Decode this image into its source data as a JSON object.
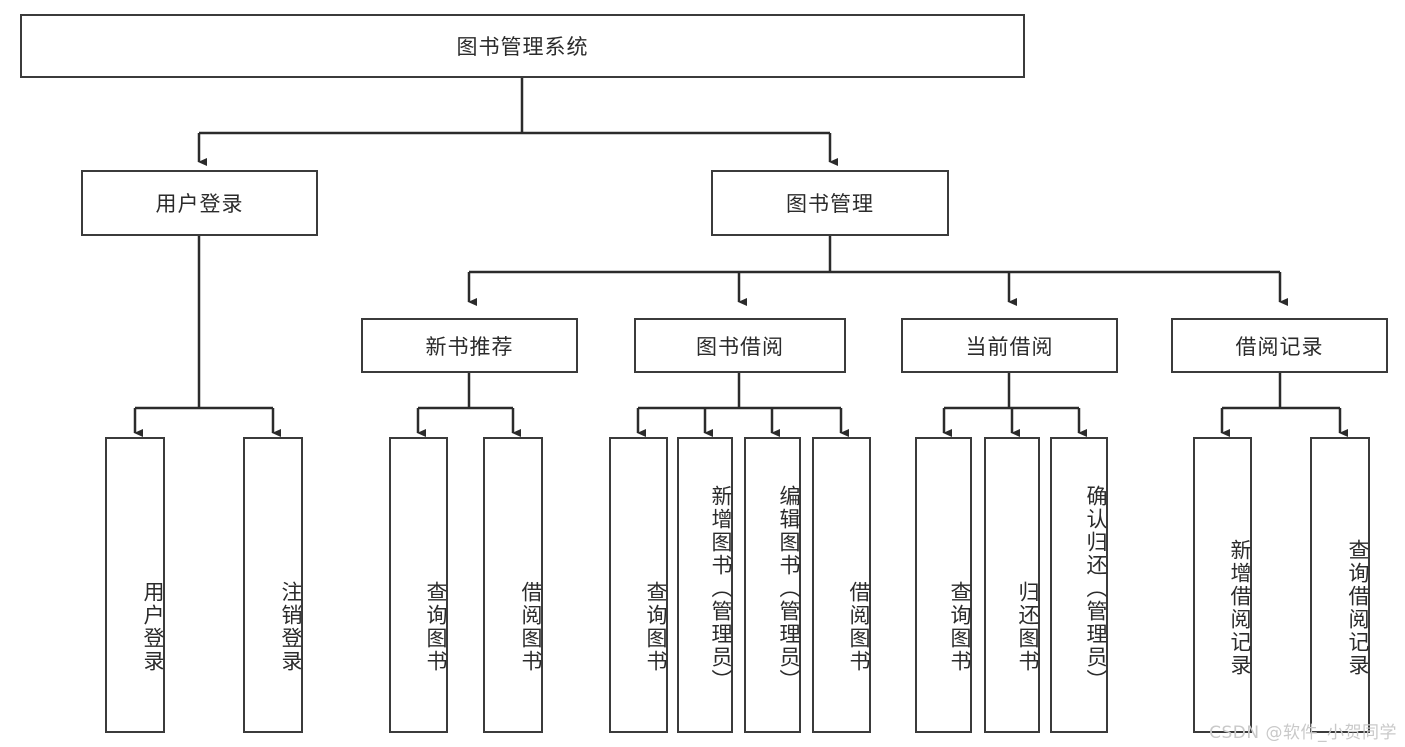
{
  "diagram": {
    "title": "图书管理系统",
    "type": "tree",
    "watermark": "CSDN @软件_小贺同学",
    "orientation": "top-down",
    "colors": {
      "box_border": "#3b3b3b",
      "box_fill": "#ffffff",
      "edge": "#2b2b2b",
      "text": "#2b2b2b",
      "watermark": "#c9c9c9",
      "background": "#ffffff"
    }
  },
  "nodes": {
    "root": {
      "label": "图书管理系统",
      "level": 0
    },
    "level1": [
      {
        "id": "user-login",
        "label": "用户登录"
      },
      {
        "id": "book-manage",
        "label": "图书管理"
      }
    ],
    "level2": [
      {
        "id": "new-book-recommend",
        "label": "新书推荐",
        "parent": "book-manage"
      },
      {
        "id": "book-borrow",
        "label": "图书借阅",
        "parent": "book-manage"
      },
      {
        "id": "current-borrow",
        "label": "当前借阅",
        "parent": "book-manage"
      },
      {
        "id": "borrow-record",
        "label": "借阅记录",
        "parent": "book-manage"
      }
    ],
    "leaves": [
      {
        "id": "leaf-user-login",
        "label": "用户登录",
        "parent": "user-login"
      },
      {
        "id": "leaf-logout",
        "label": "注销登录",
        "parent": "user-login"
      },
      {
        "id": "leaf-query-book-1",
        "label": "查询图书",
        "parent": "new-book-recommend"
      },
      {
        "id": "leaf-borrow-book-1",
        "label": "借阅图书",
        "parent": "new-book-recommend"
      },
      {
        "id": "leaf-query-book-2",
        "label": "查询图书",
        "parent": "book-borrow"
      },
      {
        "id": "leaf-add-book",
        "label": "新增图书（管理员）",
        "parent": "book-borrow"
      },
      {
        "id": "leaf-edit-book",
        "label": "编辑图书（管理员）",
        "parent": "book-borrow"
      },
      {
        "id": "leaf-borrow-book-2",
        "label": "借阅图书",
        "parent": "book-borrow"
      },
      {
        "id": "leaf-query-book-3",
        "label": "查询图书",
        "parent": "current-borrow"
      },
      {
        "id": "leaf-return-book",
        "label": "归还图书",
        "parent": "current-borrow"
      },
      {
        "id": "leaf-confirm-return",
        "label": "确认归还（管理员）",
        "parent": "current-borrow"
      },
      {
        "id": "leaf-add-record",
        "label": "新增借阅记录",
        "parent": "borrow-record"
      },
      {
        "id": "leaf-query-record",
        "label": "查询借阅记录",
        "parent": "borrow-record"
      }
    ]
  }
}
